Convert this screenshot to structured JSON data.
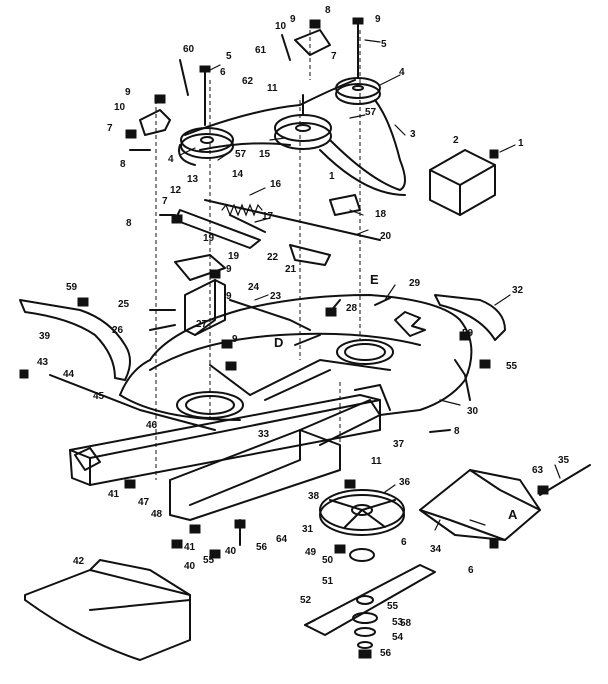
{
  "parts": {
    "p1": "1",
    "p1b": "1",
    "p2": "2",
    "p3": "3",
    "p4": "4",
    "p4b": "4",
    "p5": "5",
    "p5b": "5",
    "p6": "6",
    "p6b": "6",
    "p6c": "6",
    "p7": "7",
    "p7b": "7",
    "p7c": "7",
    "p8": "8",
    "p8b": "8",
    "p8c": "8",
    "p8d": "8",
    "p9": "9",
    "p9b": "9",
    "p9c": "9",
    "p9d": "9",
    "p9e": "9",
    "p9f": "9",
    "p10": "10",
    "p10b": "10",
    "p11": "11",
    "p11b": "11",
    "p12": "12",
    "p13": "13",
    "p14": "14",
    "p15": "15",
    "p16": "16",
    "p17": "17",
    "p18": "18",
    "p19": "19",
    "p19b": "19",
    "p20": "20",
    "p21": "21",
    "p22": "22",
    "p23": "23",
    "p24": "24",
    "p25": "25",
    "p26": "26",
    "p27": "27",
    "p28": "28",
    "p29": "29",
    "p30": "30",
    "p31": "31",
    "p32": "32",
    "p33": "33",
    "p34": "34",
    "p35": "35",
    "p36": "36",
    "p37": "37",
    "p38": "38",
    "p39": "39",
    "p40": "40",
    "p40b": "40",
    "p41": "41",
    "p41b": "41",
    "p42": "42",
    "p43": "43",
    "p44": "44",
    "p45": "45",
    "p46": "46",
    "p47": "47",
    "p48": "48",
    "p49": "49",
    "p50": "50",
    "p51": "51",
    "p52": "52",
    "p53": "53",
    "p54": "54",
    "p55": "55",
    "p55b": "55",
    "p55c": "55",
    "p56": "56",
    "p56b": "56",
    "p57": "57",
    "p57b": "57",
    "p58": "58",
    "p59": "59",
    "p59b": "59",
    "p60": "60",
    "p61": "61",
    "p62": "62",
    "p63": "63",
    "p64": "64"
  },
  "letters": {
    "a": "A",
    "d": "D",
    "e": "E"
  }
}
